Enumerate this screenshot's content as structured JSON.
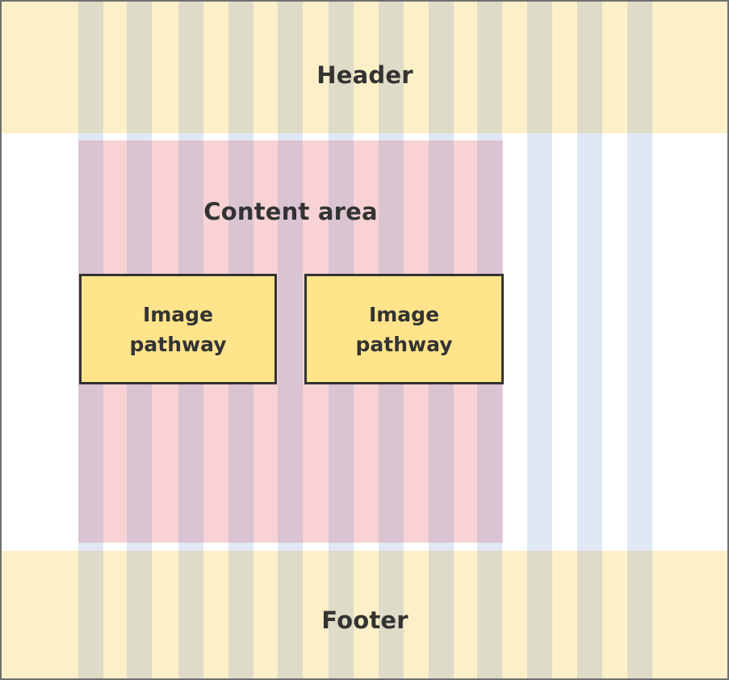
{
  "diagram": {
    "header_label": "Header",
    "content_label": "Content area",
    "footer_label": "Footer",
    "image_boxes": [
      {
        "line1": "Image",
        "line2": "pathway"
      },
      {
        "line1": "Image",
        "line2": "pathway"
      }
    ]
  },
  "colors": {
    "header_footer_fill": "#fdefc7",
    "content_area_fill": "#f8d2d4",
    "column_fill": "#628ecd",
    "image_box_fill": "#ffe48b",
    "border": "#333333"
  }
}
